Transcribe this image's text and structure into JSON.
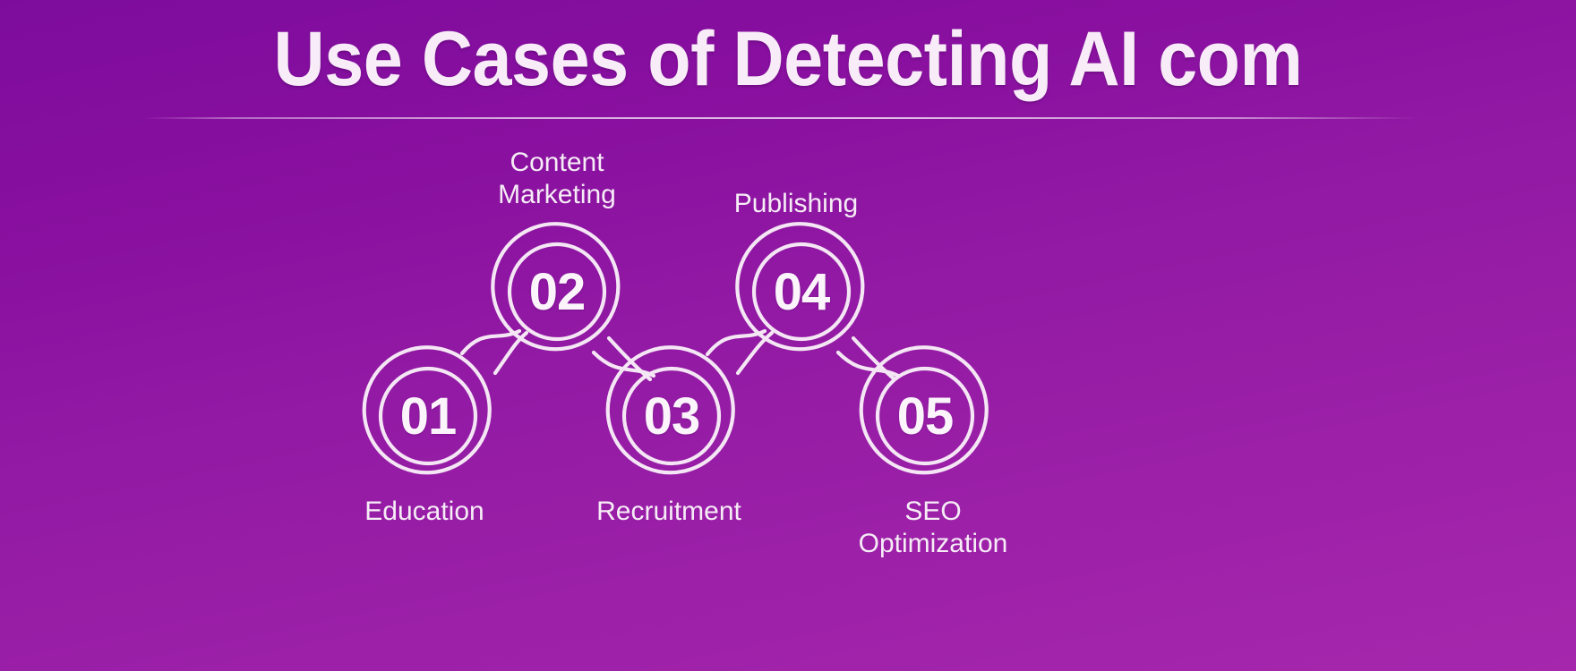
{
  "header": {
    "title": "Use Cases of Detecting AI com"
  },
  "colors": {
    "background_top": "#7d0c9d",
    "background_bottom": "#a527ac",
    "stroke": "#f4e6f4",
    "text": "#f6ecf6",
    "title_text": "#f7ecf7"
  },
  "diagram": {
    "type": "zigzag-process-flow",
    "node_count": 5,
    "nodes": [
      {
        "number": "01",
        "label": "Education",
        "label_position": "below",
        "row": "lower"
      },
      {
        "number": "02",
        "label": "Content\nMarketing",
        "label_position": "above",
        "row": "upper"
      },
      {
        "number": "03",
        "label": "Recruitment",
        "label_position": "below",
        "row": "lower"
      },
      {
        "number": "04",
        "label": "Publishing",
        "label_position": "above",
        "row": "upper"
      },
      {
        "number": "05",
        "label": "SEO\nOptimization",
        "label_position": "below",
        "row": "lower"
      }
    ]
  }
}
